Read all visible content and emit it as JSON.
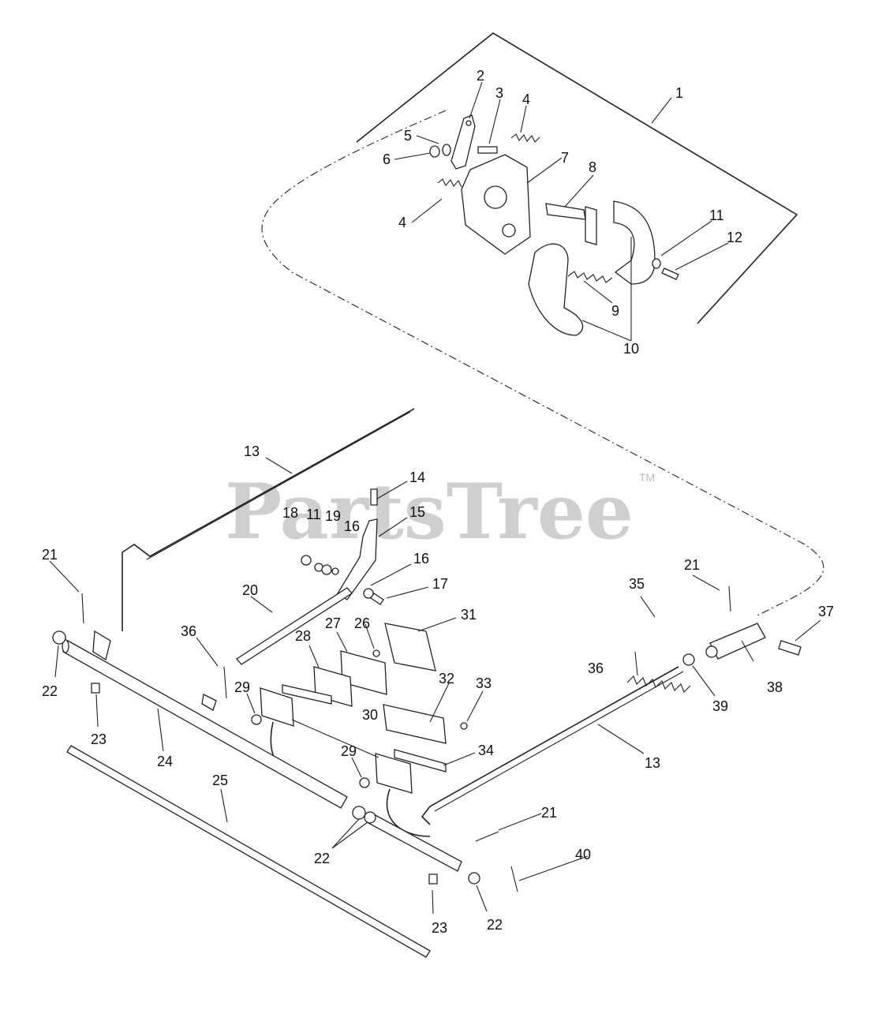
{
  "watermark": {
    "text": "PartsTree",
    "trademark": "TM"
  },
  "callouts": [
    "1",
    "2",
    "3",
    "4",
    "4",
    "5",
    "6",
    "7",
    "8",
    "9",
    "10",
    "11",
    "12",
    "13",
    "13",
    "14",
    "15",
    "16",
    "16",
    "17",
    "18",
    "11",
    "19",
    "20",
    "21",
    "21",
    "21",
    "22",
    "22",
    "22",
    "23",
    "23",
    "24",
    "25",
    "26",
    "27",
    "28",
    "29",
    "29",
    "30",
    "31",
    "32",
    "33",
    "34",
    "35",
    "36",
    "36",
    "37",
    "38",
    "39",
    "40"
  ],
  "colors": {
    "line": "#222222",
    "background": "#ffffff",
    "watermark": "#cfcfcf"
  }
}
